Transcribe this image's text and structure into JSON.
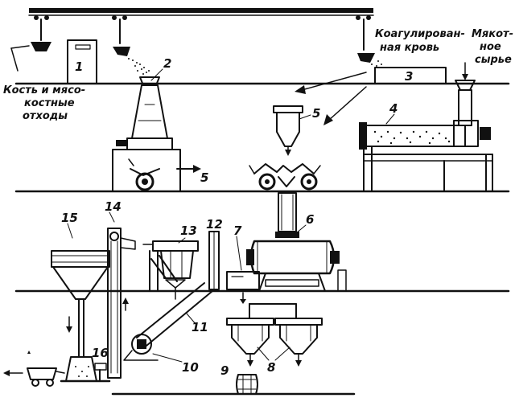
{
  "captions": {
    "bone_line1": "Кость и мясо-",
    "bone_line2": "костные",
    "bone_line3": "отходы",
    "blood_line1": "Коагулирован-",
    "blood_line2": "ная кровь",
    "raw_line1": "Мякот-",
    "raw_line2": "ное",
    "raw_line3": "сырье"
  },
  "numbers": {
    "n1": "1",
    "n2": "2",
    "n3": "3",
    "n4": "4",
    "n5a": "5",
    "n5b": "5",
    "n6": "6",
    "n7": "7",
    "n8": "8",
    "n9": "9",
    "n10": "10",
    "n11": "11",
    "n12": "12",
    "n13": "13",
    "n14": "14",
    "n15": "15",
    "n16": "16"
  }
}
